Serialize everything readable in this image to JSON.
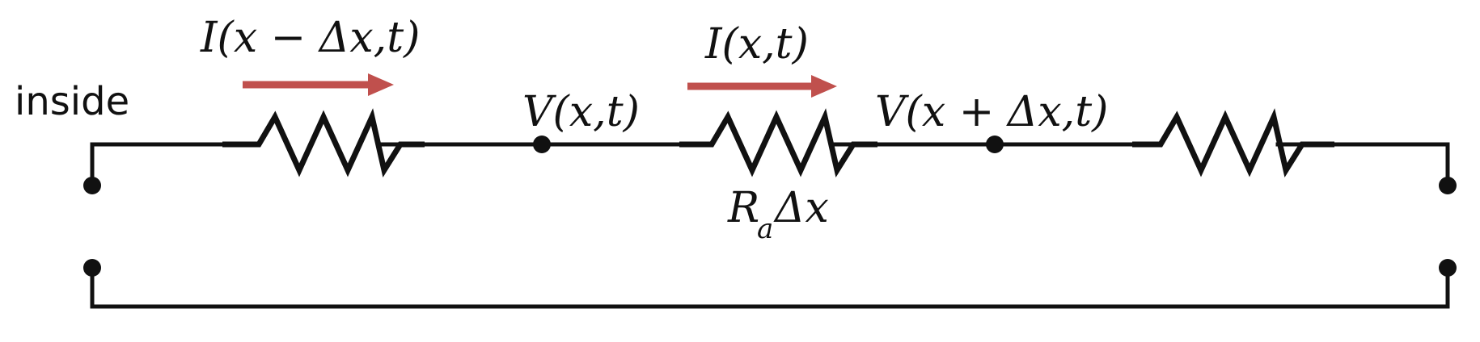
{
  "labels": {
    "inside": "inside",
    "current_left": "I(x − Δx,t)",
    "current_mid": "I(x,t)",
    "voltage_mid": "V(x,t)",
    "voltage_right": "V(x + Δx,t)",
    "resistor_main": "R",
    "resistor_sub": "a",
    "resistor_tail": "Δx"
  },
  "colors": {
    "wire": "#111111",
    "arrow": "#c0504d"
  }
}
